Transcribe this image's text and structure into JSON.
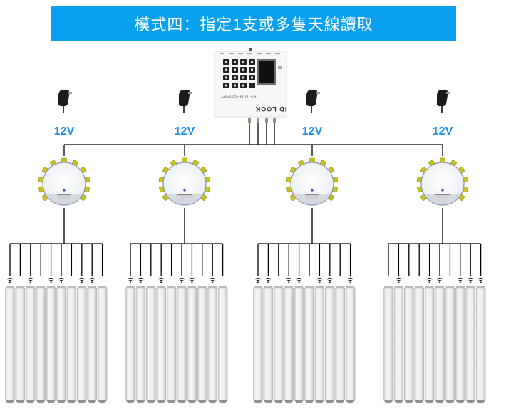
{
  "title": "模式四：指定1支或多隻天線讀取",
  "colors": {
    "banner_bg": "#0aa0f0",
    "banner_text": "#ffffff",
    "voltage_text": "#1a8ef0",
    "line": "#000000"
  },
  "reader": {
    "brand": "ID LOOK",
    "model": "RFID READER",
    "keypad_keys": [
      "0",
      "#",
      "0",
      "*",
      "9",
      "8",
      "7",
      "6",
      "5",
      "4",
      "3",
      "2",
      "1"
    ],
    "output_ports": 4
  },
  "power_adapters": [
    {
      "label": "12V"
    },
    {
      "label": "12V"
    },
    {
      "label": "12V"
    },
    {
      "label": "12V"
    }
  ],
  "splitter_groups": [
    {
      "antennas": 10,
      "active": [
        0,
        2,
        4,
        5,
        7,
        8
      ]
    },
    {
      "antennas": 10,
      "active": [
        0,
        1,
        3,
        5,
        6,
        8
      ]
    },
    {
      "antennas": 10,
      "active": [
        0,
        1,
        3,
        4,
        6,
        7,
        9
      ]
    },
    {
      "antennas": 10,
      "active": [
        1,
        4,
        5,
        7,
        8,
        9
      ]
    }
  ]
}
